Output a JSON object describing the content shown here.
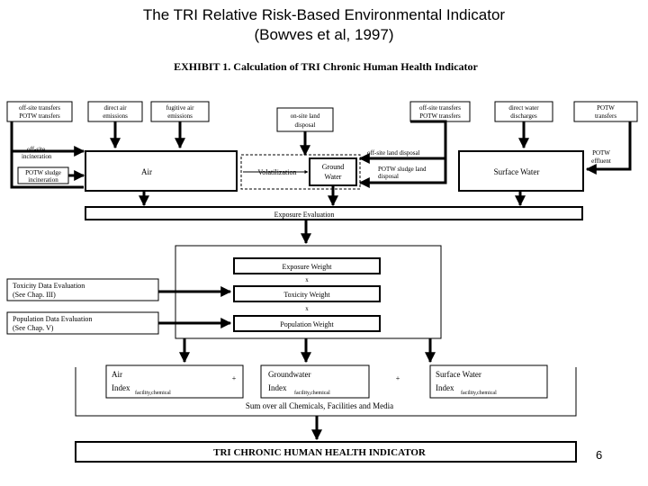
{
  "slide": {
    "title_line1": "The TRI Relative Risk-Based Environmental Indicator",
    "title_line2": "(Bowves et al, 1997)",
    "page_number": "6"
  },
  "exhibit": {
    "title": "EXHIBIT 1. Calculation of TRI Chronic Human Health Indicator"
  },
  "sources": {
    "offsite_potw_left": [
      "off-site transfers",
      "POTW transfers"
    ],
    "direct_air": [
      "direct air",
      "emissions"
    ],
    "fugitive_air": [
      "fugitive air",
      "emissions"
    ],
    "onsite_land": [
      "on-site land",
      "disposal"
    ],
    "offsite_potw_right": [
      "off-site transfers",
      "POTW transfers"
    ],
    "direct_water": [
      "direct water",
      "discharges"
    ],
    "potw_transfers": [
      "POTW",
      "transfers"
    ]
  },
  "side_labels": {
    "offsite_incineration": [
      "off-site",
      "incineration"
    ],
    "potw_sludge_incineration": [
      "POTW sludge",
      "incineration"
    ],
    "offsite_land_disposal": "off-site land disposal",
    "potw_sludge_land_disposal": [
      "POTW sludge land",
      "disposal"
    ],
    "potw_effluent": [
      "POTW",
      "effluent"
    ]
  },
  "media": {
    "air": "Air",
    "volatilization": "Volatilization",
    "ground_water": [
      "Ground",
      "Water"
    ],
    "surface_water": "Surface Water"
  },
  "exposure_evaluation": "Exposure Evaluation",
  "weights": {
    "exposure": "Exposure Weight",
    "toxicity": "Toxicity Weight",
    "population": "Population Weight",
    "multiply": "x"
  },
  "evaluations": {
    "toxicity": [
      "Toxicity Data Evaluation",
      "(See Chap. III)"
    ],
    "population": [
      "Population Data Evaluation",
      "(See Chap. V)"
    ]
  },
  "indices": {
    "air": {
      "line1": "Air",
      "line2": "Index",
      "subscript": "facility,chemical"
    },
    "groundwater": {
      "line1": "Groundwater",
      "line2": "Index",
      "subscript": "facility,chemical"
    },
    "surface_water": {
      "line1": "Surface Water",
      "line2": "Index",
      "subscript": "facility,chemical"
    },
    "plus": "+"
  },
  "sum_label": "Sum over all Chemicals, Facilities and Media",
  "final_indicator": "TRI CHRONIC HUMAN HEALTH INDICATOR"
}
